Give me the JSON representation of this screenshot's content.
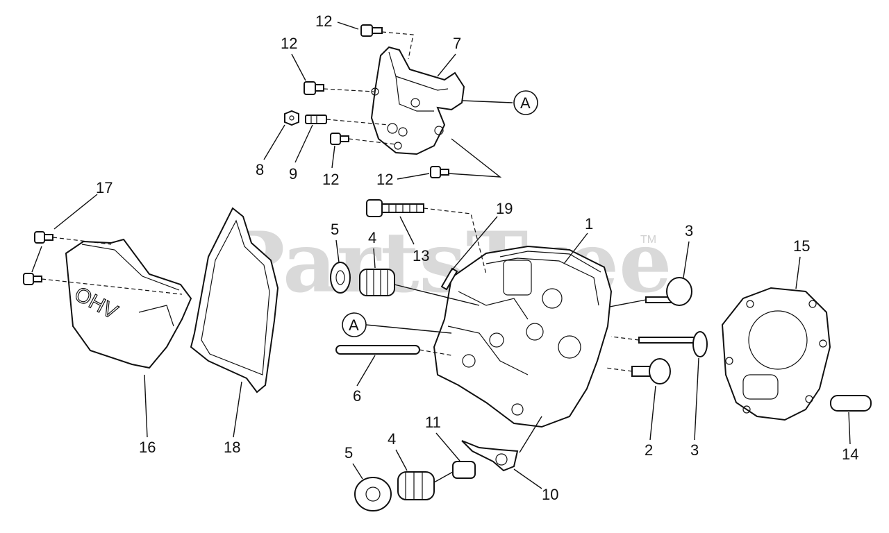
{
  "watermark": {
    "text": "PartsTree",
    "tm": "TM"
  },
  "labels": {
    "p1": "1",
    "p2": "2",
    "p3a": "3",
    "p3b": "3",
    "p4a": "4",
    "p4b": "4",
    "p5a": "5",
    "p5b": "5",
    "p6": "6",
    "p7": "7",
    "p8": "8",
    "p9": "9",
    "p10": "10",
    "p11": "11",
    "p12a": "12",
    "p12b": "12",
    "p12c": "12",
    "p12d": "12",
    "p13": "13",
    "p14": "14",
    "p15": "15",
    "p16": "16",
    "p17": "17",
    "p18": "18",
    "p19": "19",
    "refA1": "A",
    "refA2": "A",
    "ohv": "OHV"
  }
}
